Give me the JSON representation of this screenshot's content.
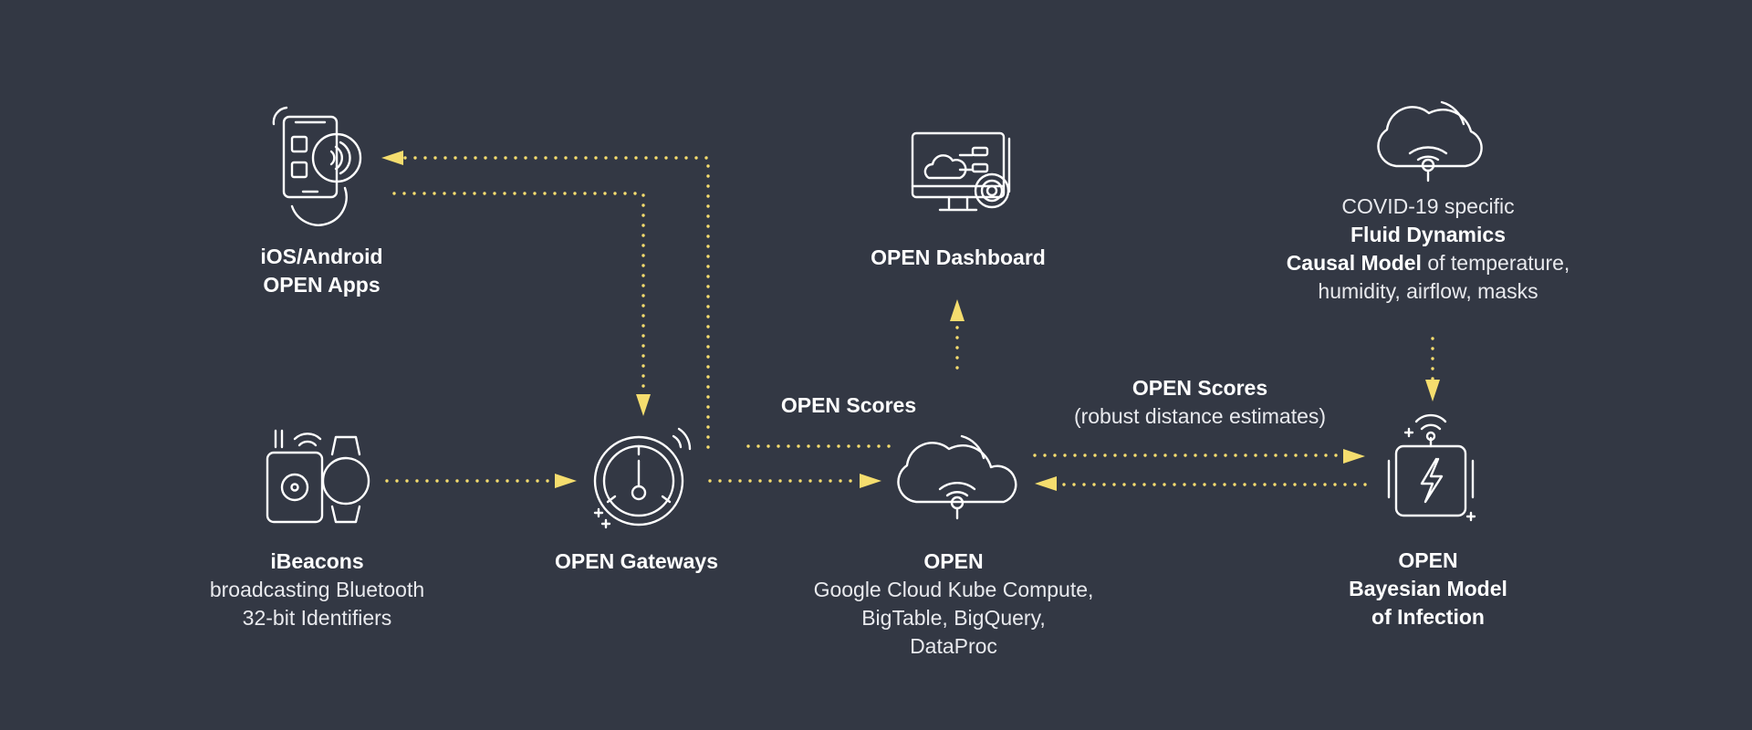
{
  "colors": {
    "background": "#333844",
    "arrow": "#f5dd6e",
    "icon": "#ffffff",
    "text": "#ffffff"
  },
  "nodes": {
    "apps": {
      "icon": "smartphone-nfc-icon",
      "line1": "iOS/Android",
      "line2": "OPEN Apps"
    },
    "dashboard": {
      "icon": "monitor-cloud-dashboard-icon",
      "title": "OPEN Dashboard"
    },
    "covid_model": {
      "icon": "cloud-wifi-icon",
      "line1": "COVID-19 specific",
      "line2": "Fluid Dynamics",
      "line3_bold": "Causal Model",
      "line3_rest": " of temperature,",
      "line4": "humidity, airflow, masks"
    },
    "ibeacons": {
      "icon": "beacon-watch-icon",
      "title": "iBeacons",
      "line2": "broadcasting Bluetooth",
      "line3": "32-bit Identifiers"
    },
    "gateways": {
      "icon": "gateway-gauge-icon",
      "title": "OPEN Gateways"
    },
    "cloud": {
      "icon": "cloud-wifi-icon",
      "title": "OPEN",
      "line2": "Google Cloud Kube Compute,",
      "line3": "BigTable, BigQuery,",
      "line4": "DataProc"
    },
    "bayesian": {
      "icon": "power-device-icon",
      "title": "OPEN",
      "line2": "Bayesian Model",
      "line3": "of Infection"
    }
  },
  "edge_labels": {
    "scores_left": "OPEN Scores",
    "scores_right_title": "OPEN Scores",
    "scores_right_sub": "(robust distance estimates)"
  }
}
